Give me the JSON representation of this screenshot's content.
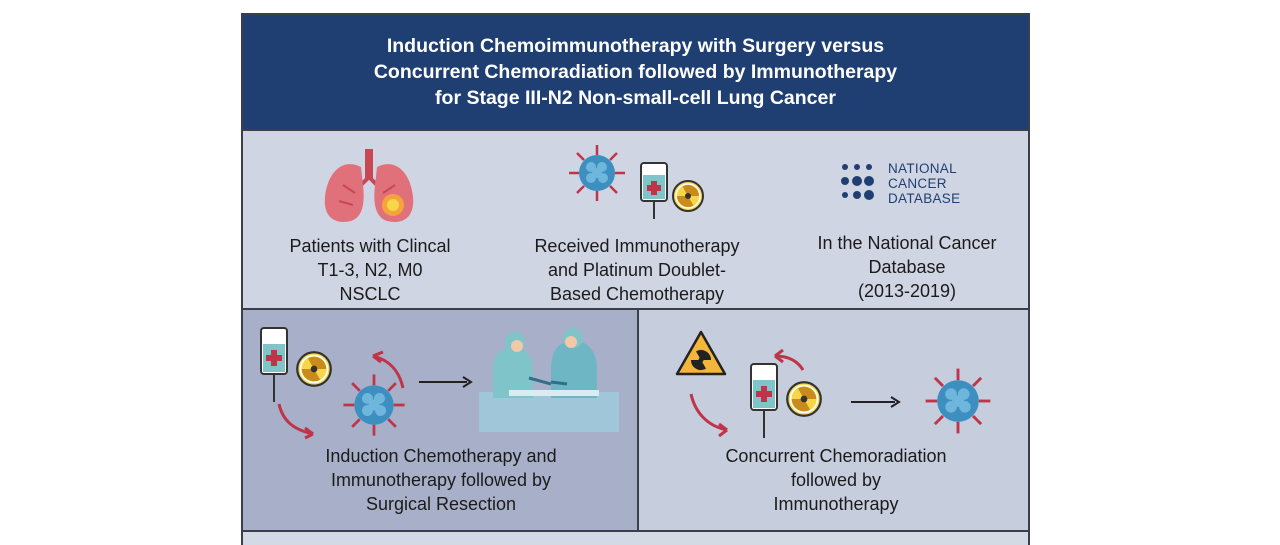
{
  "header": {
    "title_lines": [
      "Induction Chemoimmunotherapy with Surgery versus",
      "Concurrent Chemoradiation followed by Immunotherapy",
      "for Stage III-N2 Non-small-cell Lung Cancer"
    ]
  },
  "criteria": {
    "patients": [
      "Patients with Clincal",
      "T1-3, N2, M0",
      "NSCLC"
    ],
    "treatment": [
      "Received Immunotherapy",
      "and Platinum Doublet-",
      "Based Chemotherapy"
    ],
    "database": [
      "In the National Cancer",
      "Database",
      "(2013-2019)"
    ],
    "logo_lines": [
      "NATIONAL",
      "CANCER",
      "DATABASE"
    ]
  },
  "arms": {
    "left": [
      "Induction Chemotherapy and",
      "Immunotherapy followed by",
      "Surgical Resection"
    ],
    "right": [
      "Concurrent Chemoradiation",
      "followed by",
      "Immunotherapy"
    ]
  },
  "colors": {
    "header_bg": "#1f3f73",
    "row_bg": "#cfd5e3",
    "left_panel_bg": "#a7b0c8",
    "right_panel_bg": "#c6cddd",
    "arrow_red": "#c0344a",
    "virus_blue": "#3d8fc0"
  },
  "icons": [
    "lungs-icon",
    "virus-icon",
    "iv-bag-icon",
    "radiation-icon",
    "surgeons-icon",
    "ncdb-logo-icon",
    "radiation-warning-icon",
    "arrow-icon"
  ]
}
